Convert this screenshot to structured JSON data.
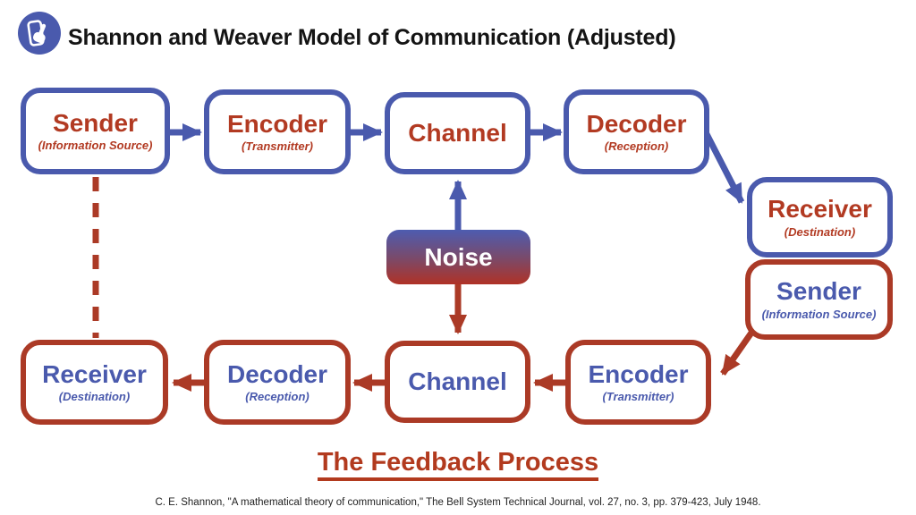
{
  "header": {
    "title": "Shannon and Weaver Model of Communication (Adjusted)",
    "icon": "tap-gesture-icon"
  },
  "colors": {
    "blue": "#4a5aad",
    "red": "#ab3a26",
    "noise_gradient_top": "#4d5cb0",
    "noise_gradient_bottom": "#b03226",
    "title_color": "#141414"
  },
  "forward_path": {
    "nodes": [
      {
        "label": "Sender",
        "sublabel": "(Information Source)"
      },
      {
        "label": "Encoder",
        "sublabel": "(Transmitter)"
      },
      {
        "label": "Channel",
        "sublabel": ""
      },
      {
        "label": "Decoder",
        "sublabel": "(Reception)"
      },
      {
        "label": "Receiver",
        "sublabel": "(Destination)"
      }
    ]
  },
  "feedback_path": {
    "nodes": [
      {
        "label": "Sender",
        "sublabel": "(Information Source)"
      },
      {
        "label": "Encoder",
        "sublabel": "(Transmitter)"
      },
      {
        "label": "Channel",
        "sublabel": ""
      },
      {
        "label": "Decoder",
        "sublabel": "(Reception)"
      },
      {
        "label": "Receiver",
        "sublabel": "(Destination)"
      }
    ]
  },
  "noise": {
    "label": "Noise"
  },
  "footer": {
    "subtitle": "The Feedback Process",
    "citation": "C. E. Shannon, \"A mathematical theory of communication,\" The Bell System Technical Journal, vol. 27, no. 3, pp. 379-423, July 1948."
  }
}
